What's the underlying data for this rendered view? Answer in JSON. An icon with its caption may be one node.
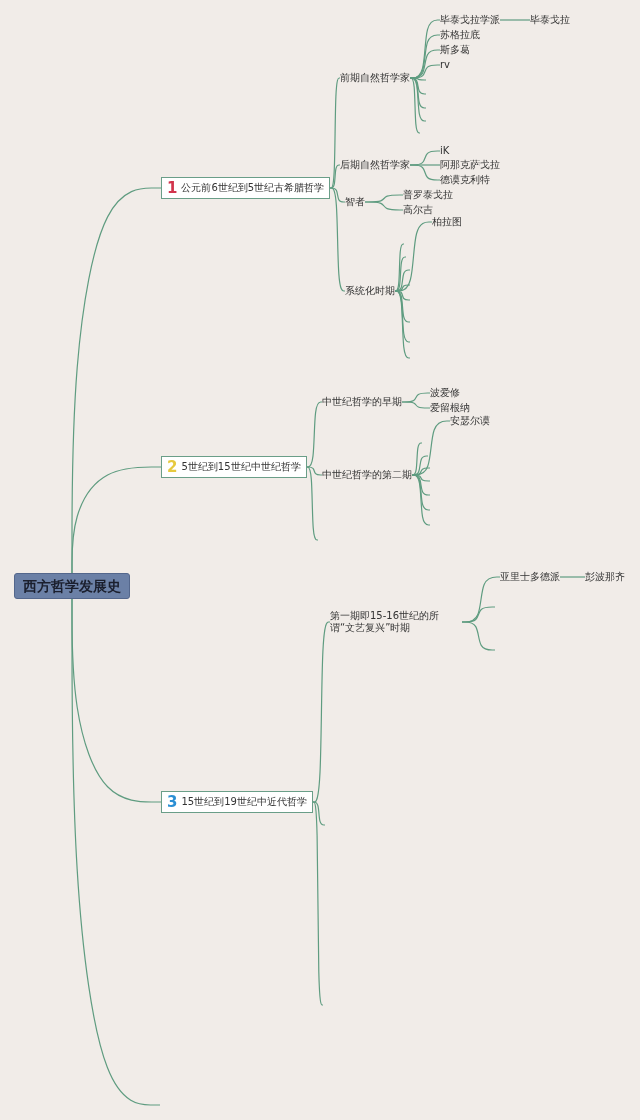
{
  "diagram": {
    "nodes": [
      {
        "text": [
          "西方哲学发展史"
        ]
      },
      {
        "text": [
          "1",
          "公元前6世纪到5世纪古希腊哲学"
        ]
      },
      {
        "text": [
          "前期自然哲学家"
        ]
      },
      {
        "text": [
          "毕泰戈拉学派"
        ]
      },
      {
        "text": [
          "毕泰戈拉"
        ]
      },
      {
        "text": [
          "苏格拉底"
        ]
      },
      {
        "text": [
          "斯多葛"
        ]
      },
      {
        "text": [
          "rv"
        ]
      },
      {
        "text": [
          "后期自然哲学家"
        ]
      },
      {
        "text": [
          "iK"
        ]
      },
      {
        "text": [
          "阿那克萨戈拉"
        ]
      },
      {
        "text": [
          "德谟克利特"
        ]
      },
      {
        "text": [
          "智者"
        ]
      },
      {
        "text": [
          "普罗泰戈拉"
        ]
      },
      {
        "text": [
          "高尔吉"
        ]
      },
      {
        "text": [
          "系统化时期"
        ]
      },
      {
        "text": [
          "柏拉图"
        ]
      },
      {
        "text": [
          "2",
          "5世纪到15世纪中世纪哲学"
        ]
      },
      {
        "text": [
          "中世纪哲学的早期"
        ]
      },
      {
        "text": [
          "波爱修"
        ]
      },
      {
        "text": [
          "爱留根纳"
        ]
      },
      {
        "text": [
          "中世纪哲学的第二期"
        ]
      },
      {
        "text": [
          "安瑟尔谟"
        ]
      },
      {
        "text": [
          "3",
          "15世纪到19世纪中近代哲学"
        ]
      },
      {
        "text": [
          "第一期即15-16世纪的所谓“文艺复兴”时期"
        ]
      },
      {
        "text": [
          "亚里士多德派"
        ]
      },
      {
        "text": [
          "彭波那齐"
        ]
      }
    ],
    "edges": [
      {
        "from": 0,
        "to": 1,
        "arrow": "none"
      },
      {
        "from": 0,
        "to": 17,
        "arrow": "none"
      },
      {
        "from": 0,
        "to": 23,
        "arrow": "none"
      },
      {
        "from": 0,
        "to": null,
        "arrow": "none"
      },
      {
        "from": 1,
        "to": 2,
        "arrow": "none"
      },
      {
        "from": 1,
        "to": 8,
        "arrow": "none"
      },
      {
        "from": 1,
        "to": 12,
        "arrow": "none"
      },
      {
        "from": 1,
        "to": 15,
        "arrow": "none"
      },
      {
        "from": 2,
        "to": 3,
        "arrow": "none"
      },
      {
        "from": 3,
        "to": 4,
        "arrow": "none"
      },
      {
        "from": 2,
        "to": 5,
        "arrow": "none"
      },
      {
        "from": 2,
        "to": 6,
        "arrow": "none"
      },
      {
        "from": 2,
        "to": 7,
        "arrow": "none"
      },
      {
        "from": 2,
        "to": null,
        "arrow": "none"
      },
      {
        "from": 2,
        "to": null,
        "arrow": "none"
      },
      {
        "from": 2,
        "to": null,
        "arrow": "none"
      },
      {
        "from": 2,
        "to": null,
        "arrow": "none"
      },
      {
        "from": 2,
        "to": null,
        "arrow": "none"
      },
      {
        "from": 8,
        "to": 9,
        "arrow": "none"
      },
      {
        "from": 8,
        "to": 10,
        "arrow": "none"
      },
      {
        "from": 8,
        "to": 11,
        "arrow": "none"
      },
      {
        "from": 12,
        "to": 13,
        "arrow": "none"
      },
      {
        "from": 12,
        "to": 14,
        "arrow": "none"
      },
      {
        "from": 15,
        "to": 16,
        "arrow": "none"
      },
      {
        "from": 15,
        "to": null,
        "arrow": "none"
      },
      {
        "from": 15,
        "to": null,
        "arrow": "none"
      },
      {
        "from": 15,
        "to": null,
        "arrow": "none"
      },
      {
        "from": 15,
        "to": null,
        "arrow": "none"
      },
      {
        "from": 15,
        "to": null,
        "arrow": "none"
      },
      {
        "from": 15,
        "to": null,
        "arrow": "none"
      },
      {
        "from": 15,
        "to": null,
        "arrow": "none"
      },
      {
        "from": 15,
        "to": null,
        "arrow": "none"
      },
      {
        "from": 17,
        "to": 18,
        "arrow": "none"
      },
      {
        "from": 17,
        "to": 21,
        "arrow": "none"
      },
      {
        "from": 17,
        "to": null,
        "arrow": "none"
      },
      {
        "from": 18,
        "to": 19,
        "arrow": "none"
      },
      {
        "from": 18,
        "to": 20,
        "arrow": "none"
      },
      {
        "from": 21,
        "to": 22,
        "arrow": "none"
      },
      {
        "from": 21,
        "to": null,
        "arrow": "none"
      },
      {
        "from": 21,
        "to": null,
        "arrow": "none"
      },
      {
        "from": 21,
        "to": null,
        "arrow": "none"
      },
      {
        "from": 21,
        "to": null,
        "arrow": "none"
      },
      {
        "from": 21,
        "to": null,
        "arrow": "none"
      },
      {
        "from": 21,
        "to": null,
        "arrow": "none"
      },
      {
        "from": 21,
        "to": null,
        "arrow": "none"
      },
      {
        "from": 23,
        "to": 24,
        "arrow": "none"
      },
      {
        "from": 23,
        "to": null,
        "arrow": "none"
      },
      {
        "from": 23,
        "to": null,
        "arrow": "none"
      },
      {
        "from": 24,
        "to": 25,
        "arrow": "none"
      },
      {
        "from": 25,
        "to": 26,
        "arrow": "none"
      },
      {
        "from": 24,
        "to": null,
        "arrow": "none"
      },
      {
        "from": 24,
        "to": null,
        "arrow": "none"
      }
    ]
  }
}
